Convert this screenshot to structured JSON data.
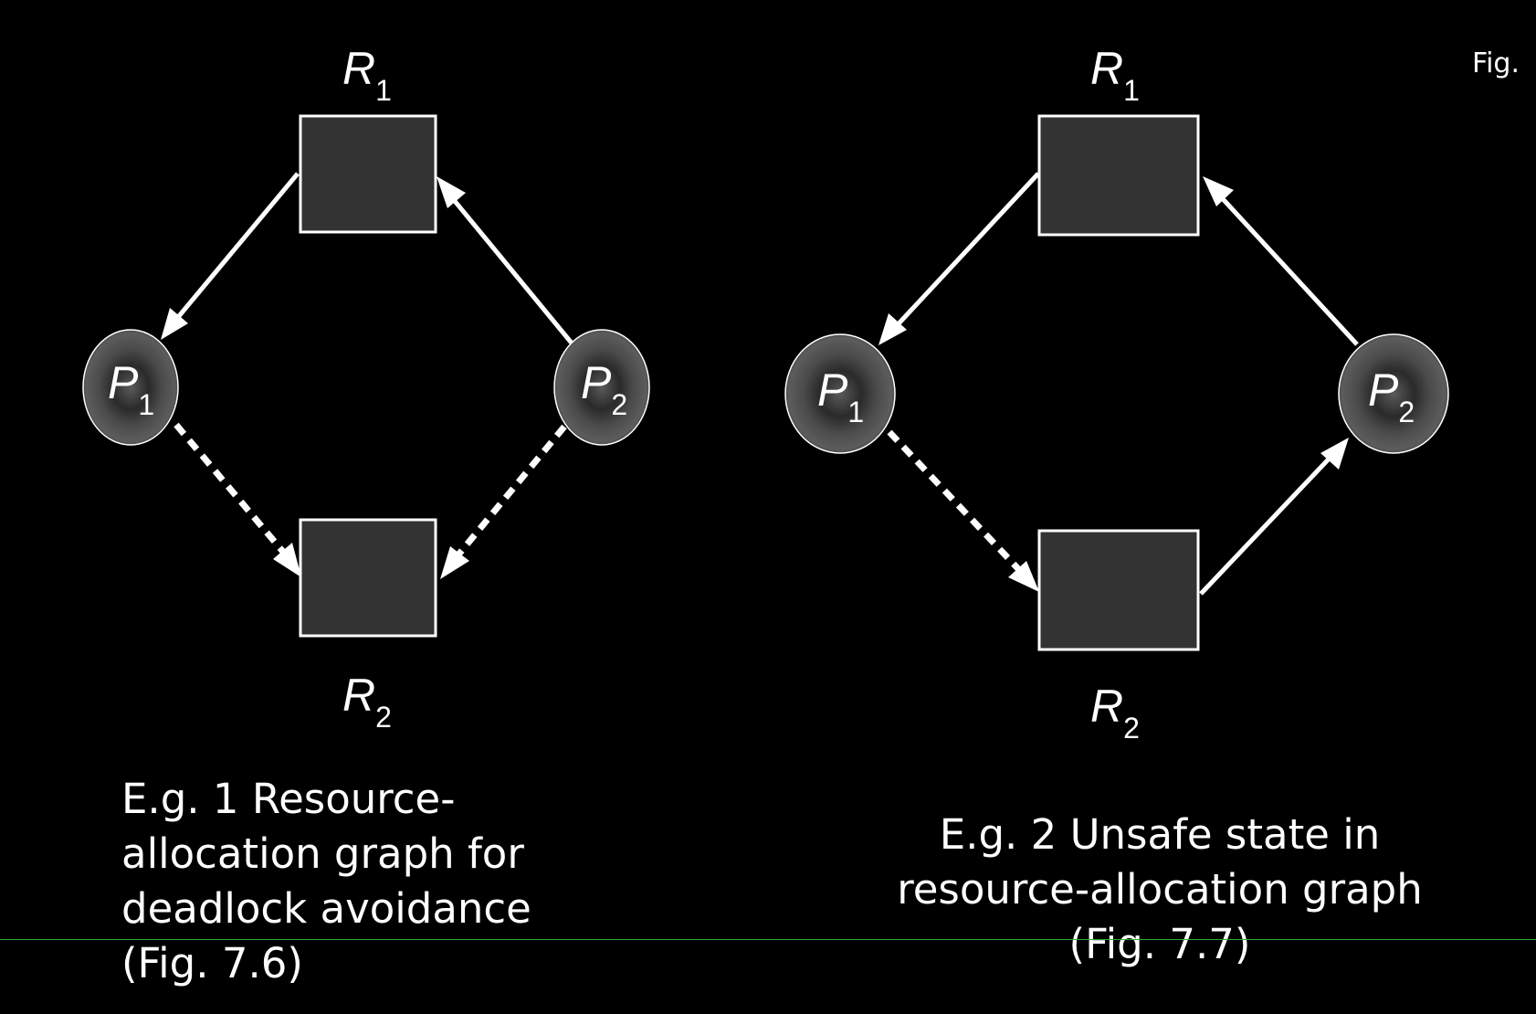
{
  "corner_label": "Fig.",
  "diagram_1": {
    "labels": {
      "r1": "R",
      "r1_sub": "1",
      "r2": "R",
      "r2_sub": "2",
      "p1": "P",
      "p1_sub": "1",
      "p2": "P",
      "p2_sub": "2"
    },
    "caption_lines": [
      "E.g. 1 Resource-",
      "allocation graph for",
      "deadlock avoidance",
      "(Fig. 7.6)"
    ]
  },
  "diagram_2": {
    "labels": {
      "r1": "R",
      "r1_sub": "1",
      "r2": "R",
      "r2_sub": "2",
      "p1": "P",
      "p1_sub": "1",
      "p2": "P",
      "p2_sub": "2"
    },
    "caption_lines": [
      "E.g. 2 Unsafe state in",
      "resource-allocation graph",
      "(Fig. 7.7)"
    ]
  },
  "colors": {
    "background": "#000000",
    "node_fill": "#333333",
    "stroke": "#ffffff",
    "guide_line": "#2eaa3a"
  }
}
